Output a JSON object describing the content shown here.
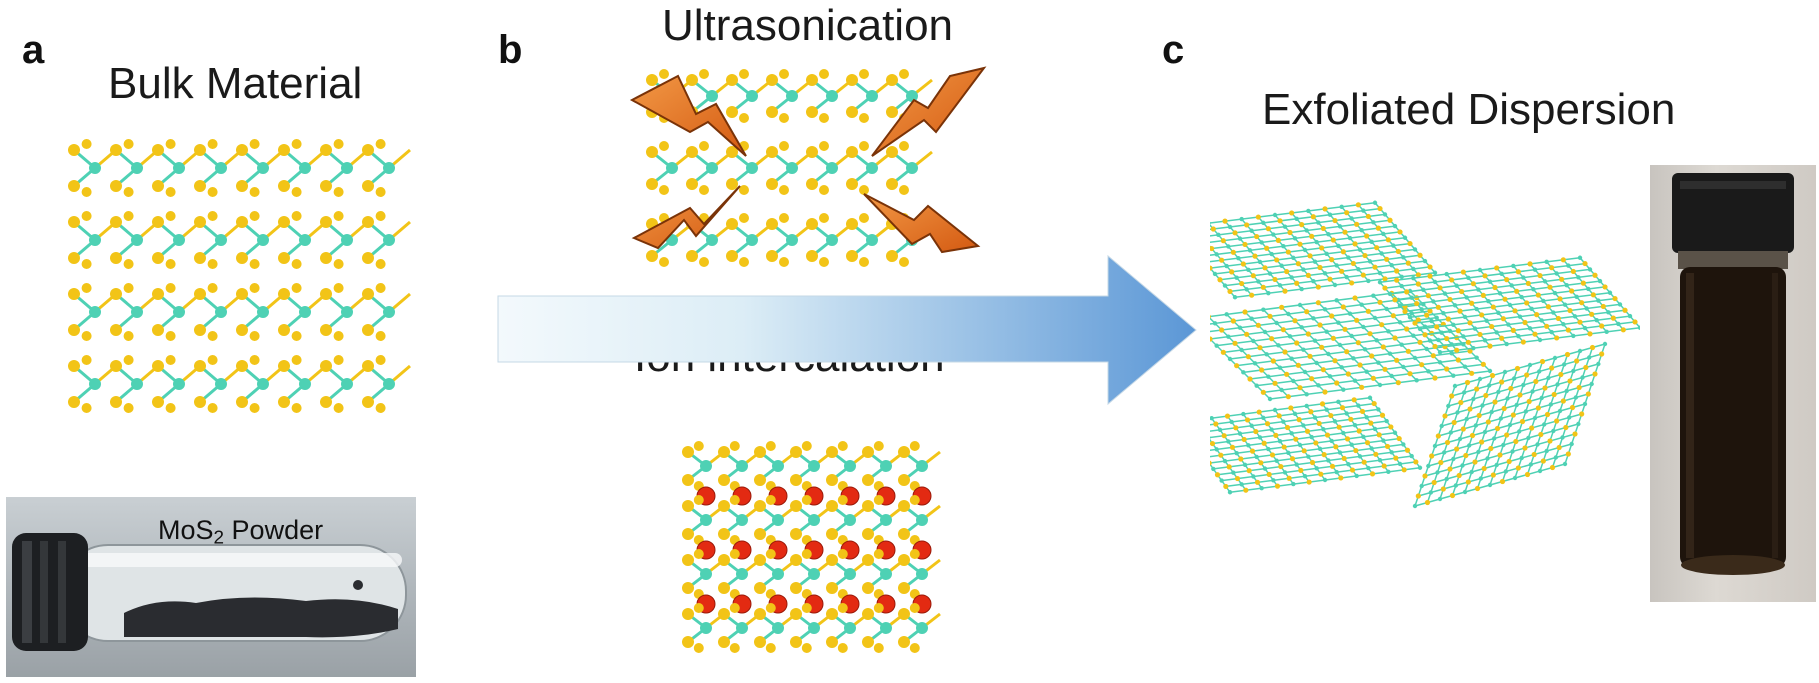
{
  "panels": {
    "a": {
      "letter": "a",
      "title": "Bulk Material",
      "photo_label_main": "MoS",
      "photo_label_sub": "2",
      "photo_label_tail": " Powder"
    },
    "b": {
      "letter": "b",
      "title_top": "Ultrasonication",
      "title_bottom": "Ion intercalation"
    },
    "c": {
      "letter": "c",
      "title": "Exfoliated Dispersion"
    }
  },
  "colors": {
    "sulfur": "#f2c417",
    "molybdenum": "#4ed1b4",
    "ion": "#e32a12",
    "lightning": "#e8701f",
    "arrow": "#6fa6db",
    "vial_liquid": "#1e140c"
  }
}
